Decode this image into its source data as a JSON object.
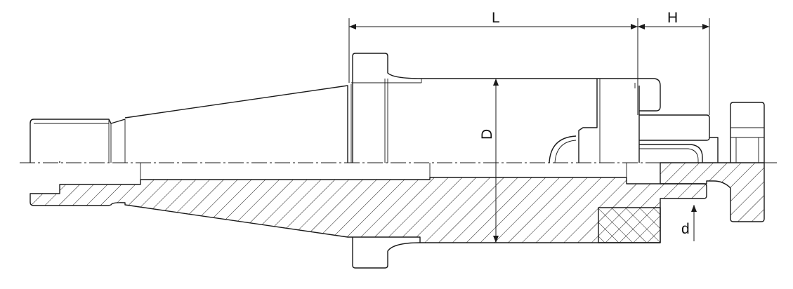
{
  "dimensions": {
    "L": "L",
    "H": "H",
    "D": "D",
    "d": "d"
  }
}
